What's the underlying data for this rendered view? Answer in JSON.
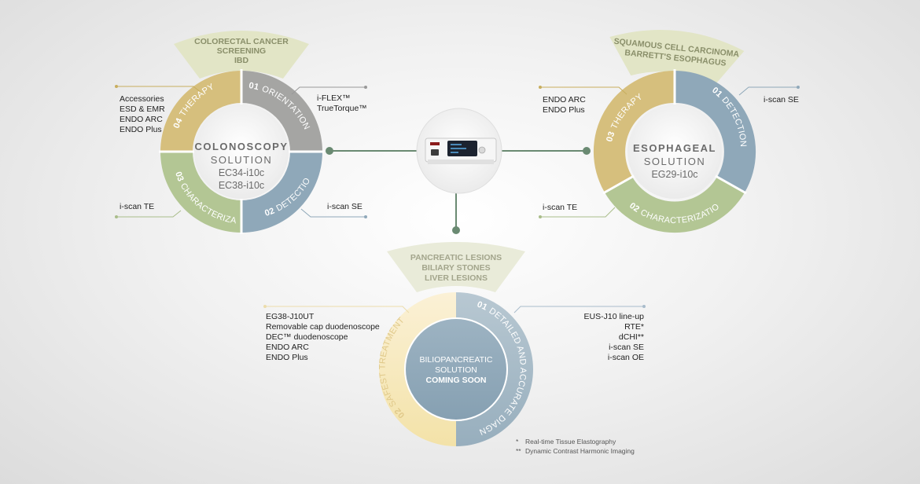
{
  "colors": {
    "grey": "#a5a5a3",
    "blue": "#8fa8b9",
    "green": "#b3c694",
    "gold": "#d6bf7d",
    "banner": "#e2e5c6",
    "connector": "#6a8a72",
    "leader_gold": "#c8ae5e",
    "leader_grey": "#999999",
    "leader_blue": "#8fa8b9",
    "leader_green": "#a9bd8a"
  },
  "device": {
    "icon": "endoscopy-processor-image"
  },
  "colonoscopy": {
    "banner": [
      "COLORECTAL CANCER",
      "SCREENING",
      "IBD"
    ],
    "segments": [
      {
        "num": "01",
        "label": "ORIENTATION"
      },
      {
        "num": "02",
        "label": "DETECTION"
      },
      {
        "num": "03",
        "label": "CHARACTERIZATION"
      },
      {
        "num": "04",
        "label": "THERAPY"
      }
    ],
    "center": {
      "title": "COLONOSCOPY",
      "subtitle": "SOLUTION",
      "models": [
        "EC34-i10c",
        "EC38-i10c"
      ]
    },
    "left_top": [
      "Accessories",
      "ESD & EMR",
      "ENDO ARC",
      "ENDO Plus"
    ],
    "right_top": [
      "i-FLEX™",
      "TrueTorque™"
    ],
    "left_bottom": [
      "i-scan TE"
    ],
    "right_bottom": [
      "i-scan SE"
    ]
  },
  "esophageal": {
    "banner": [
      "SQUAMOUS CELL CARCINOMA",
      "BARRETT'S ESOPHAGUS"
    ],
    "segments": [
      {
        "num": "01",
        "label": "DETECTION"
      },
      {
        "num": "02",
        "label": "CHARACTERIZATION"
      },
      {
        "num": "03",
        "label": "THERAPY"
      }
    ],
    "center": {
      "title": "ESOPHAGEAL",
      "subtitle": "SOLUTION",
      "models": [
        "EG29-i10c"
      ]
    },
    "left_top": [
      "ENDO ARC",
      "ENDO Plus"
    ],
    "right_top": [
      "i-scan SE"
    ],
    "left_bottom": [
      "i-scan TE"
    ]
  },
  "biliopancreatic": {
    "banner": [
      "PANCREATIC LESIONS",
      "BILIARY STONES",
      "LIVER LESIONS"
    ],
    "segments": [
      {
        "num": "01",
        "label": "DETAILED AND ACCURATE DIAGNOSIS"
      },
      {
        "num": "02",
        "label": "SAFEST TREATMENT"
      }
    ],
    "center": {
      "title": "BILIOPANCREATIC",
      "subtitle": "SOLUTION",
      "status": "COMING SOON"
    },
    "left": [
      "EG38-J10UT",
      "Removable cap duodenoscope",
      "DEC™ duodenoscope",
      "ENDO ARC",
      "ENDO Plus"
    ],
    "right": [
      "EUS-J10 line-up",
      "RTE*",
      "dCHI**",
      "i-scan SE",
      "i-scan OE"
    ]
  },
  "footnotes": [
    {
      "mark": "*",
      "text": "Real-time Tissue Elastography"
    },
    {
      "mark": "**",
      "text": "Dynamic Contrast Harmonic Imaging"
    }
  ]
}
